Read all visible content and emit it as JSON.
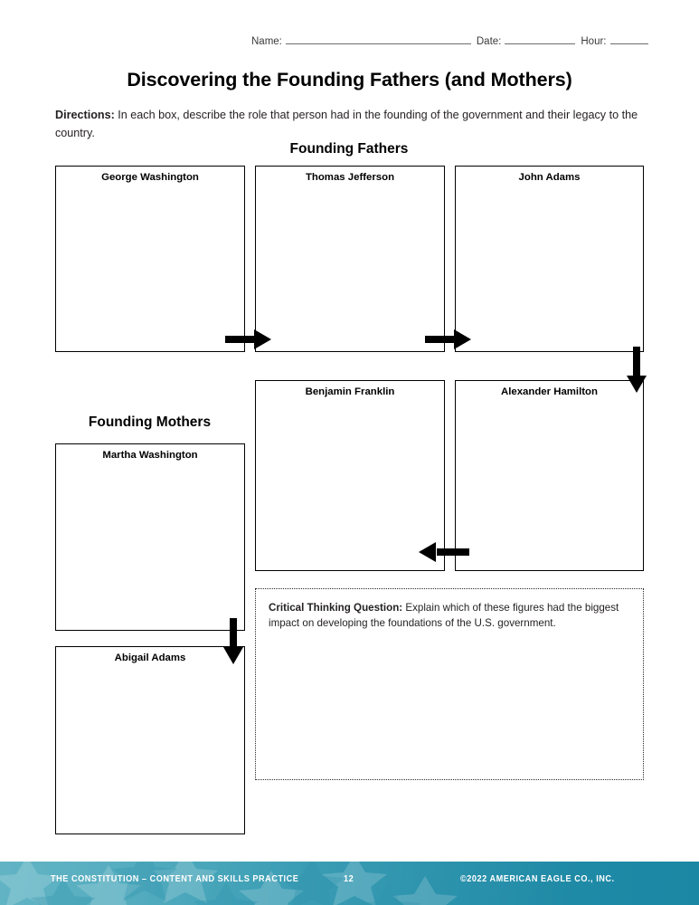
{
  "header": {
    "name_label": "Name:",
    "date_label": "Date:",
    "hour_label": "Hour:"
  },
  "title": "Discovering the Founding Fathers (and Mothers)",
  "directions": {
    "label": "Directions:",
    "text": " In each box, describe the role that person had in the founding of the government and their legacy to the country."
  },
  "sections": {
    "fathers_heading": "Founding Fathers",
    "mothers_heading": "Founding Mothers"
  },
  "boxes": {
    "george_washington": "George Washington",
    "thomas_jefferson": "Thomas Jefferson",
    "john_adams": "John Adams",
    "benjamin_franklin": "Benjamin Franklin",
    "alexander_hamilton": "Alexander Hamilton",
    "martha_washington": "Martha Washington",
    "abigail_adams": "Abigail Adams"
  },
  "arrows": [
    {
      "name": "arrow-washington-to-jefferson",
      "direction": "right"
    },
    {
      "name": "arrow-jefferson-to-adams",
      "direction": "right"
    },
    {
      "name": "arrow-adams-to-hamilton",
      "direction": "down"
    },
    {
      "name": "arrow-hamilton-to-franklin",
      "direction": "left"
    },
    {
      "name": "arrow-martha-to-abigail",
      "direction": "down"
    }
  ],
  "critical_thinking": {
    "label": "Critical Thinking Question:",
    "text": " Explain which of these figures had the biggest impact on developing the foundations of the U.S. government."
  },
  "footer": {
    "left": "THE CONSTITUTION – CONTENT AND SKILLS PRACTICE",
    "page": "12",
    "right": "©2022 AMERICAN EAGLE CO., INC."
  },
  "colors": {
    "footer_gradient_start": "#62b4c4",
    "footer_gradient_end": "#1b87a4",
    "footer_text": "#ffffff",
    "ink": "#231f20",
    "rule": "#6d6d6d"
  }
}
